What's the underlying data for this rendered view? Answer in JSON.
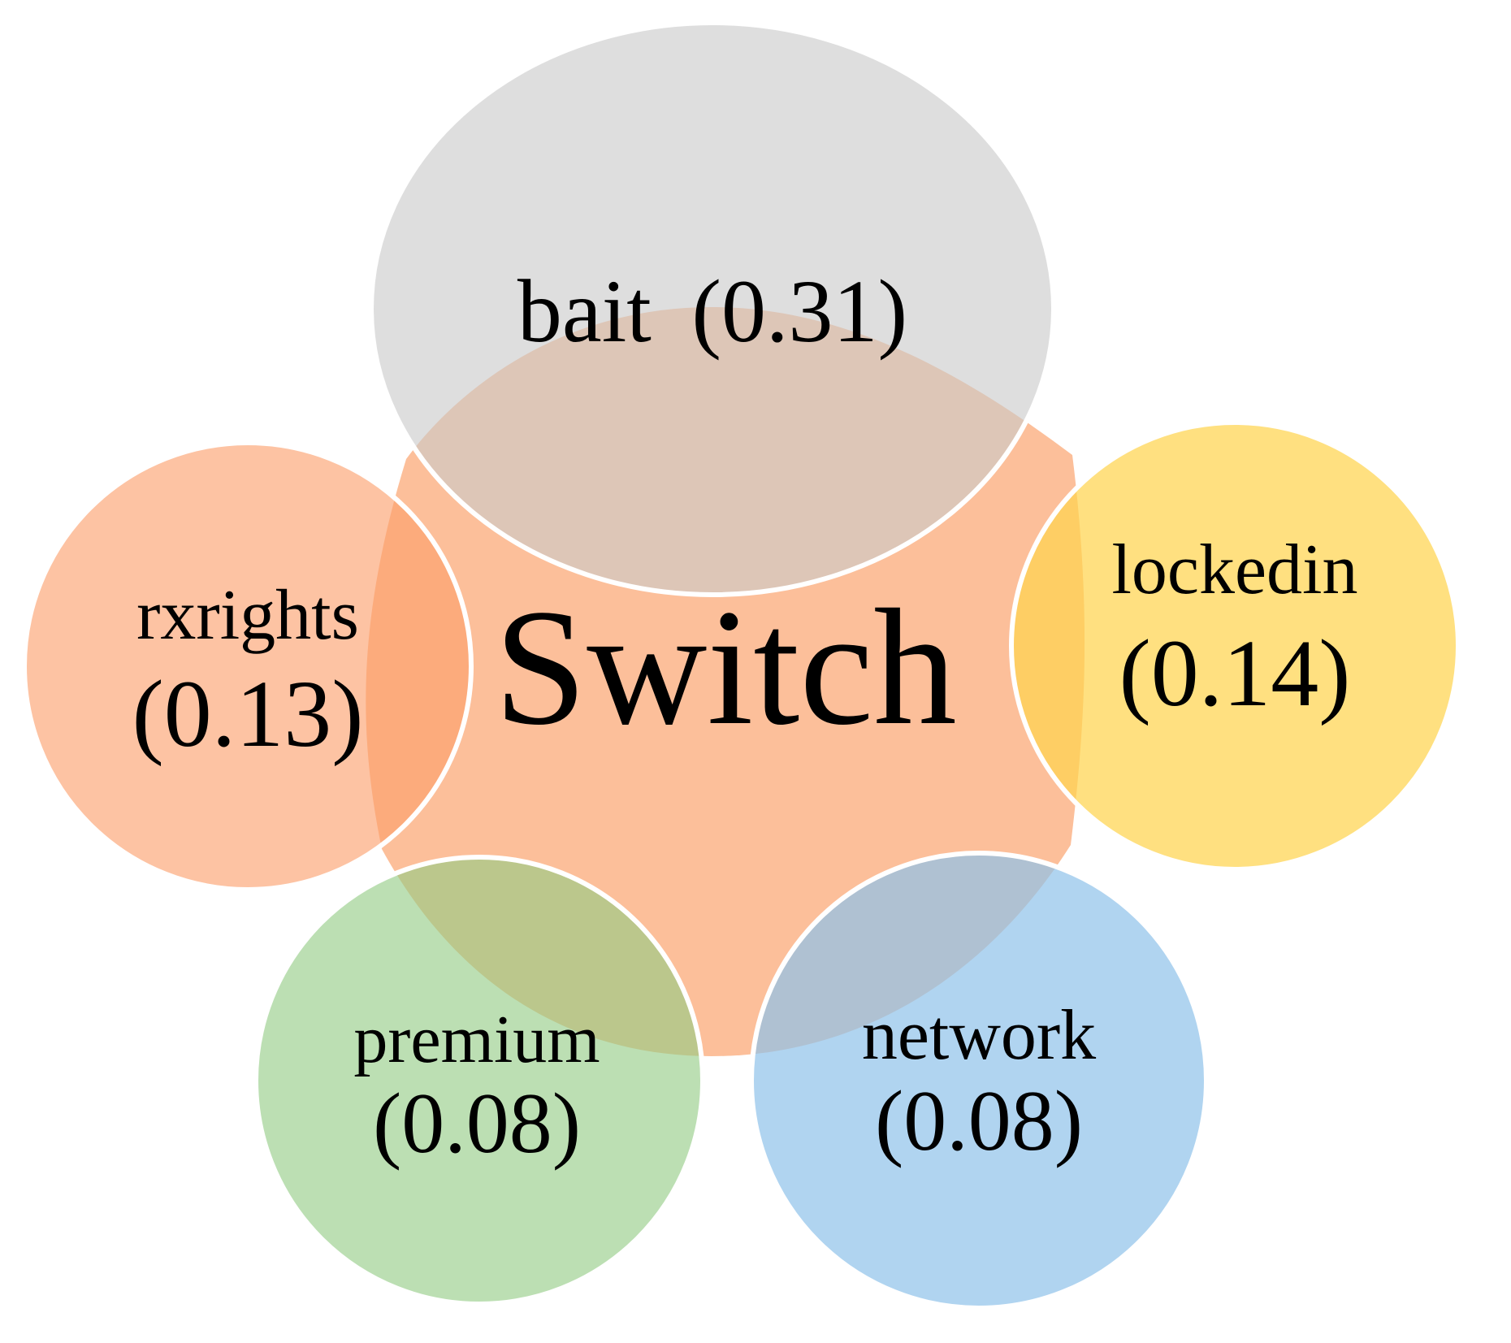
{
  "center": {
    "label": "Switch",
    "color": "#FCBF9A"
  },
  "nodes": [
    {
      "id": "bait",
      "term": "bait",
      "value": "(0.31)",
      "color": "#C9C9C9"
    },
    {
      "id": "lockedin",
      "term": "lockedin",
      "value": "(0.14)",
      "color": "#FFD44F"
    },
    {
      "id": "network",
      "term": "network",
      "value": "(0.08)",
      "color": "#8EC2EA"
    },
    {
      "id": "premium",
      "term": "premium",
      "value": "(0.08)",
      "color": "#93CB84"
    },
    {
      "id": "rxrights",
      "term": "rxrights",
      "value": "(0.13)",
      "color": "#FB9E6A"
    }
  ]
}
